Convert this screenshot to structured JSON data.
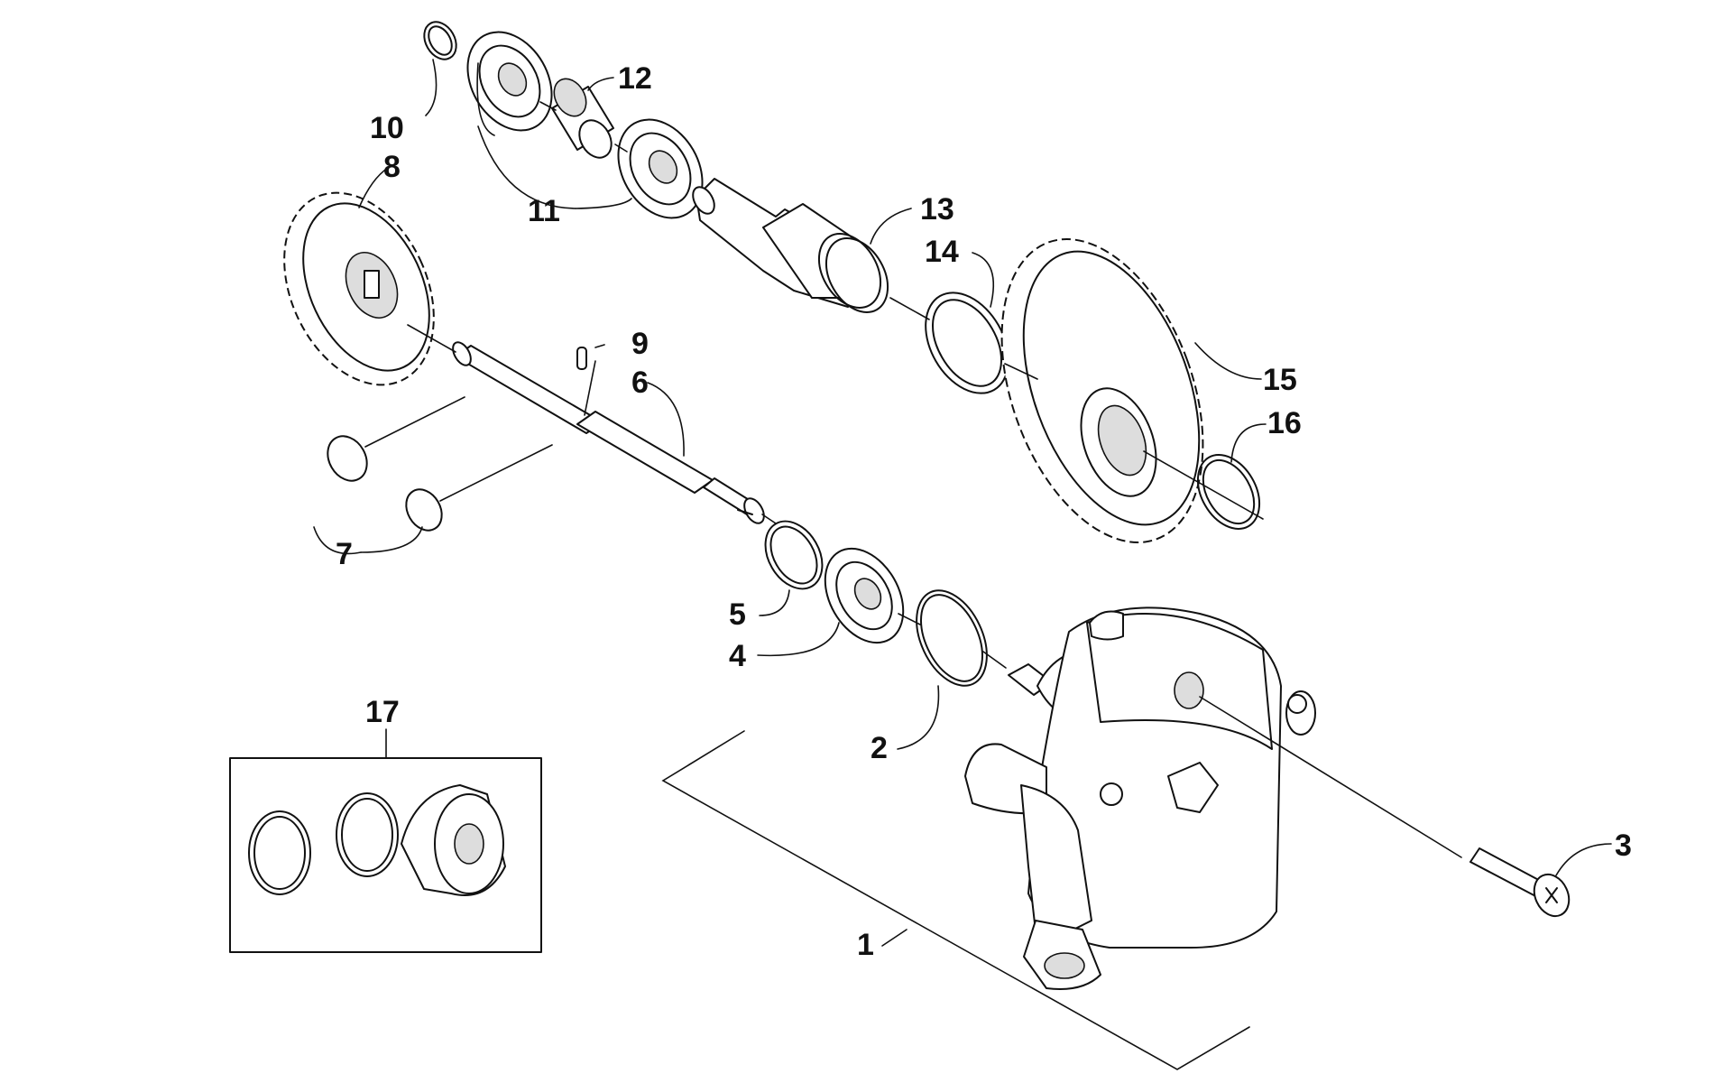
{
  "diagram": {
    "callouts": [
      "1",
      "2",
      "3",
      "4",
      "5",
      "6",
      "7",
      "8",
      "9",
      "10",
      "11",
      "12",
      "13",
      "14",
      "15",
      "16",
      "17"
    ]
  },
  "colors": {
    "ink": "#111111",
    "background": "#ffffff",
    "shading": "#dddddd"
  }
}
